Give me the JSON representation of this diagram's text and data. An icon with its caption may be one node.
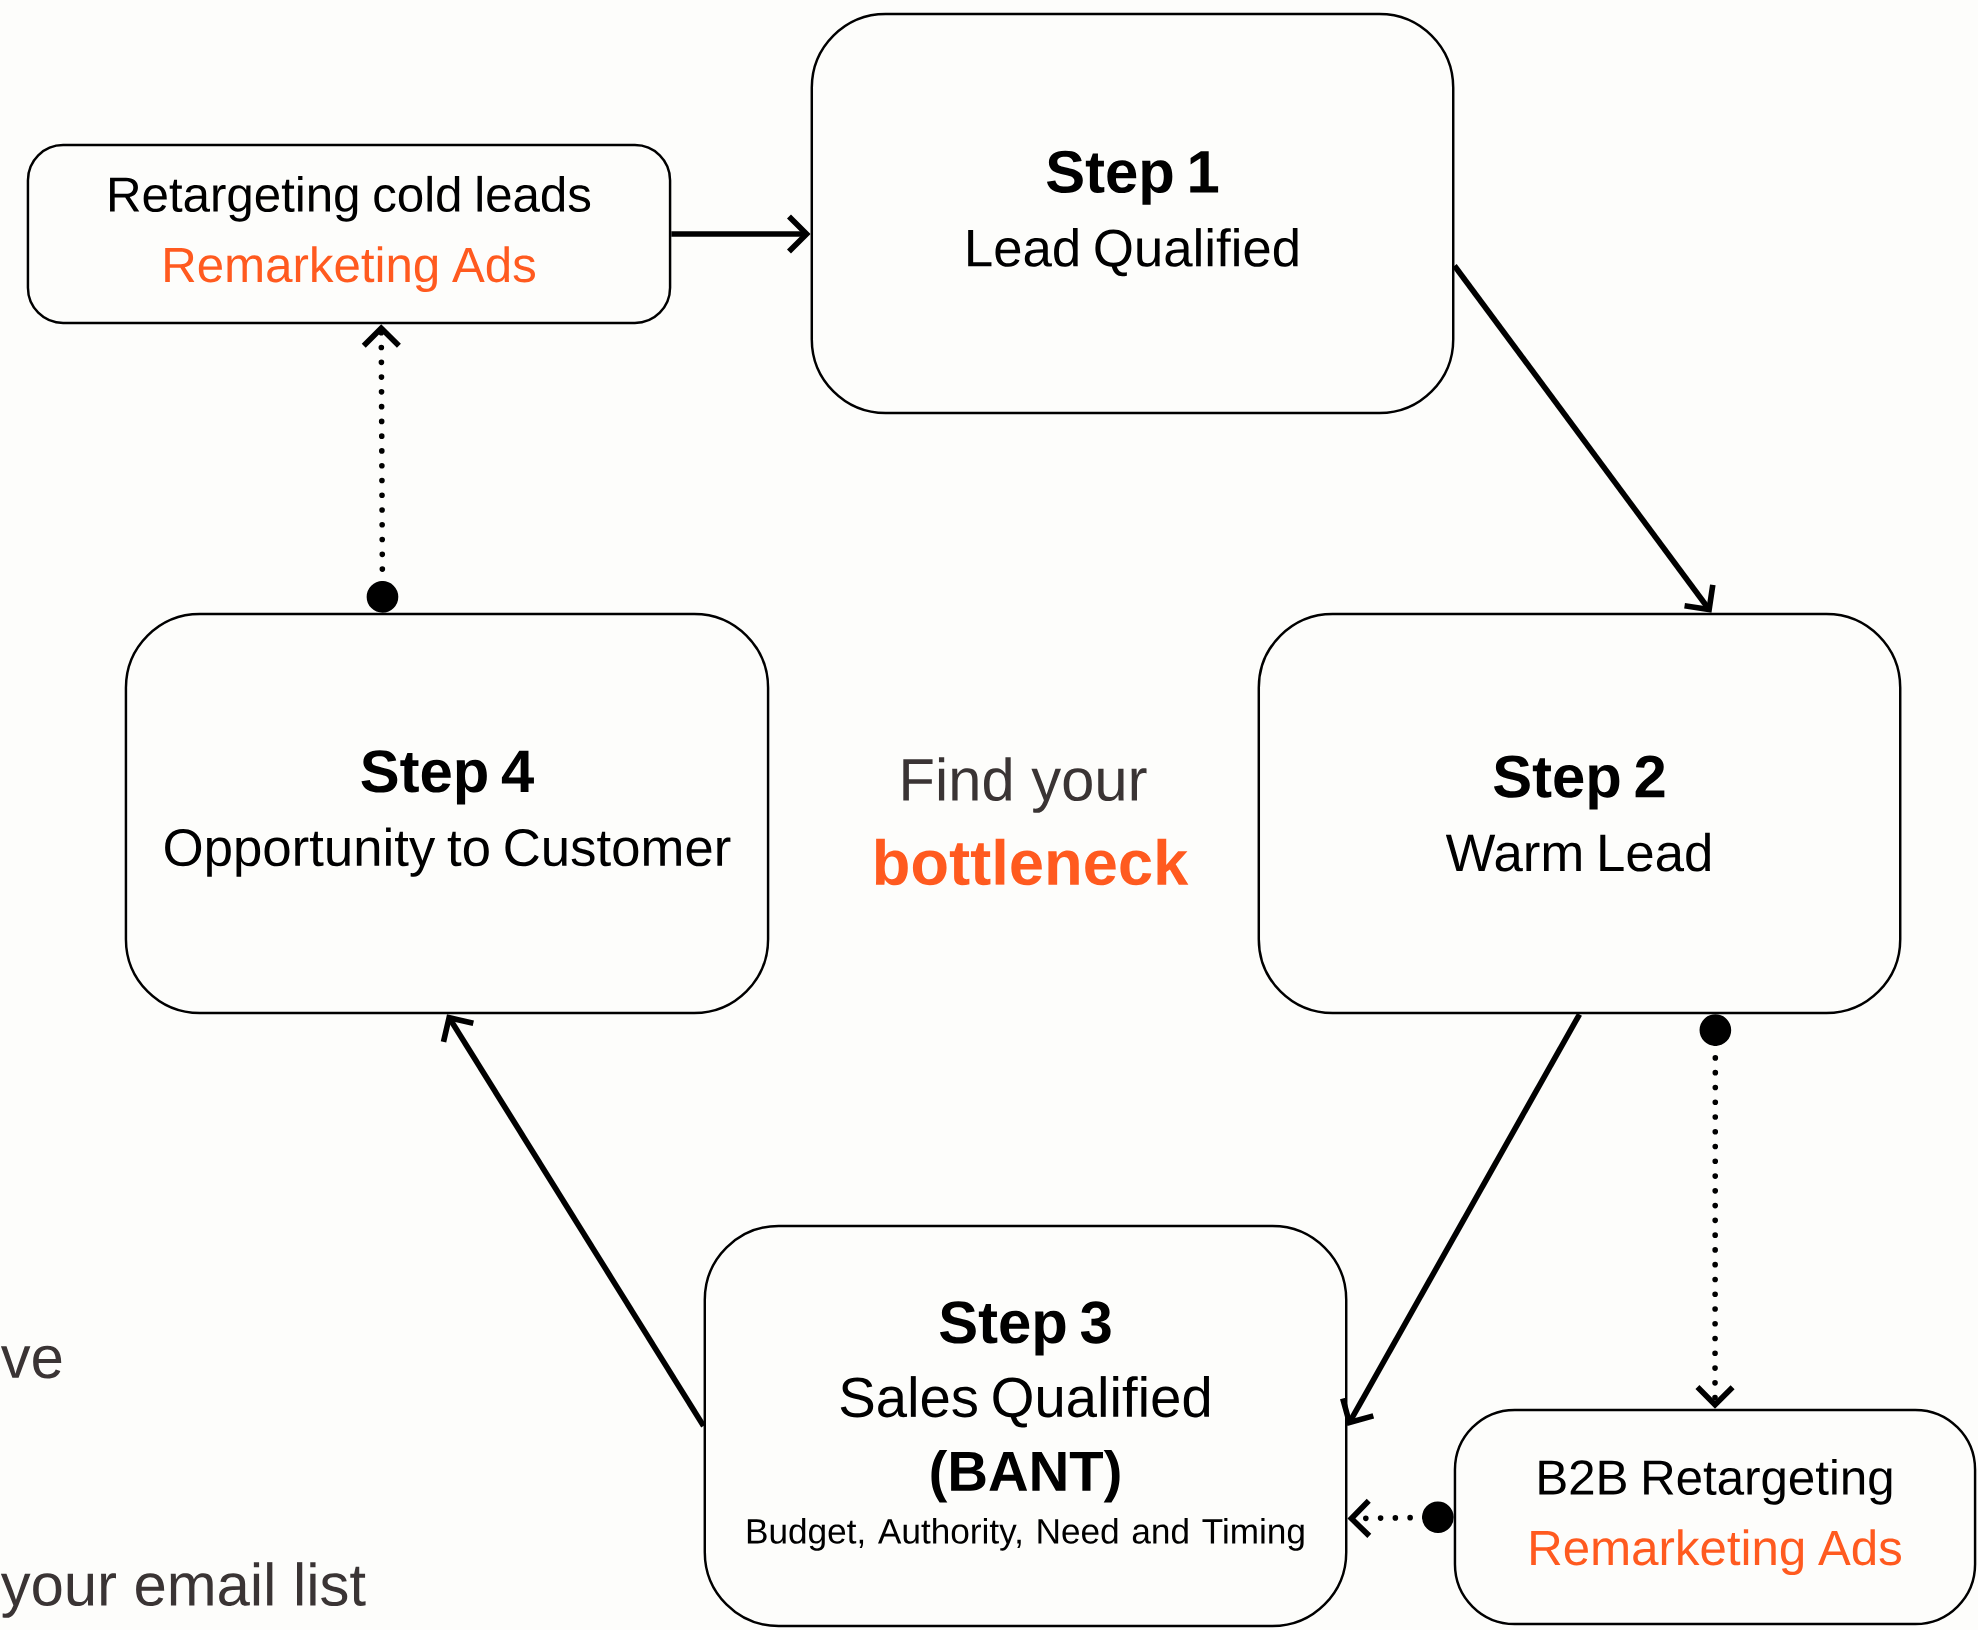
{
  "diagram": {
    "nodes": [
      {
        "text": [
          "Retargeting cold leads",
          "Remarketing Ads"
        ]
      },
      {
        "text": [
          "Step 1",
          "Lead Qualified"
        ]
      },
      {
        "text": [
          "Step 2",
          "Warm Lead"
        ]
      },
      {
        "text": [
          "Step 3",
          "Sales Qualified",
          "(BANT)",
          "Budget, Authority, Need and Timing"
        ]
      },
      {
        "text": [
          "Step 4",
          "Opportunity to Customer"
        ]
      },
      {
        "text": [
          "B2B Retargeting",
          "Remarketing Ads"
        ]
      }
    ],
    "edges": [
      {
        "from": 0,
        "to": 1,
        "arrow": "to"
      },
      {
        "from": 1,
        "to": 2,
        "arrow": "to"
      },
      {
        "from": 2,
        "to": 3,
        "arrow": "to"
      },
      {
        "from": 3,
        "to": 4,
        "arrow": "to"
      },
      {
        "from": 4,
        "to": 0,
        "arrow": "to",
        "style": "dashed"
      },
      {
        "from": 2,
        "to": 5,
        "arrow": "to",
        "style": "dashed"
      },
      {
        "from": 5,
        "to": 3,
        "arrow": "to",
        "style": "dashed"
      }
    ],
    "labels": [
      "Find your",
      "bottleneck",
      "ve",
      "your email list"
    ]
  }
}
